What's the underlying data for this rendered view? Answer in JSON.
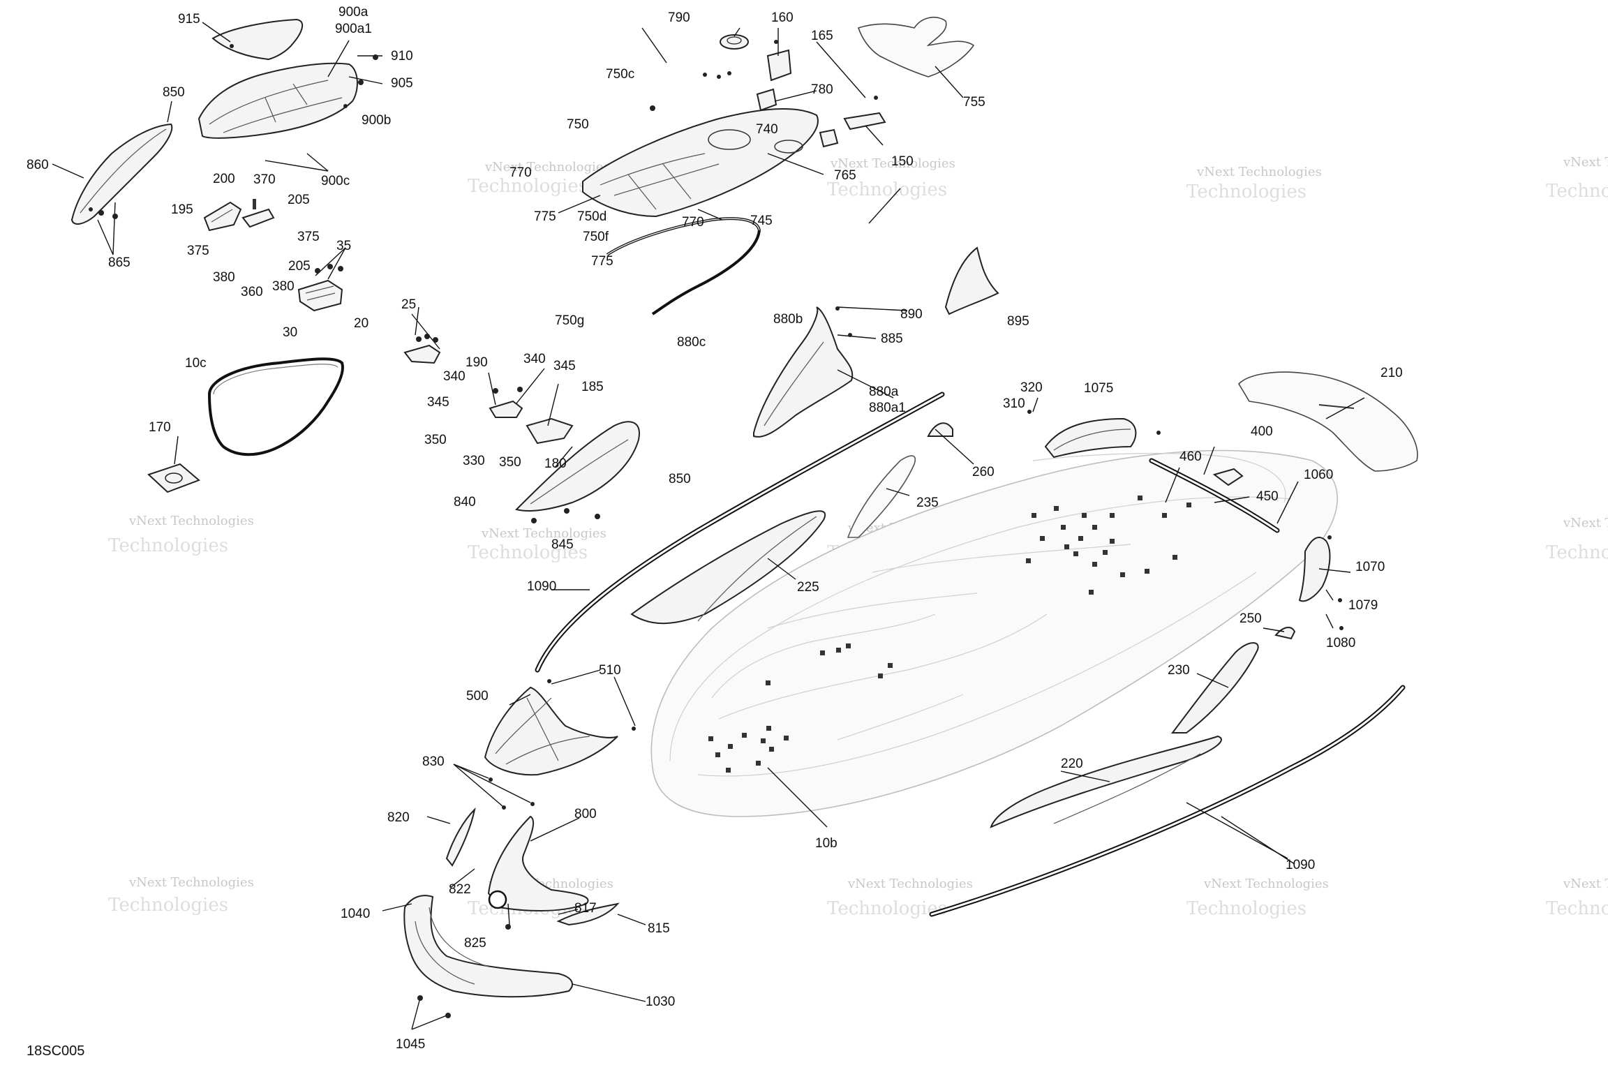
{
  "diagram_code": "18SC005",
  "watermark": {
    "line1": "vNext Technologies",
    "line2": "Technologies"
  },
  "callouts": {
    "c915": "915",
    "c900a": "900a",
    "c900a1": "900a1",
    "c910": "910",
    "c905": "905",
    "c900b": "900b",
    "c900c": "900c",
    "c850a": "850",
    "c860": "860",
    "c865": "865",
    "c200": "200",
    "c370": "370",
    "c195": "195",
    "c205a": "205",
    "c375a": "375",
    "c375b": "375",
    "c205b": "205",
    "c380a": "380",
    "c360": "360",
    "c380b": "380",
    "c35": "35",
    "c30": "30",
    "c790": "790",
    "c160": "160",
    "c165": "165",
    "c755": "755",
    "c750c": "750c",
    "c780": "780",
    "c750": "750",
    "c740": "740",
    "c150": "150",
    "c770a": "770",
    "c765": "765",
    "c775a": "775",
    "c750d": "750d",
    "c745": "745",
    "c750f": "750f",
    "c770b": "770",
    "c775b": "775",
    "c750g": "750g",
    "c25": "25",
    "c20": "20",
    "c10c": "10c",
    "c170": "170",
    "c190": "190",
    "c340a": "340",
    "c340b": "340",
    "c345a": "345",
    "c345b": "345",
    "c185": "185",
    "c350a": "350",
    "c330": "330",
    "c350b": "350",
    "c180": "180",
    "c850b": "850",
    "c840": "840",
    "c845": "845",
    "c880b": "880b",
    "c890": "890",
    "c880c": "880c",
    "c885": "885",
    "c880a": "880a",
    "c880a1": "880a1",
    "c895": "895",
    "c260": "260",
    "c235": "235",
    "c225": "225",
    "c1090a": "1090",
    "c320": "320",
    "c310": "310",
    "c1075": "1075",
    "c210": "210",
    "c400": "400",
    "c460": "460",
    "c450": "450",
    "c1060": "1060",
    "c1070": "1070",
    "c1079": "1079",
    "c1080": "1080",
    "c250": "250",
    "c230": "230",
    "c510": "510",
    "c500": "500",
    "c830": "830",
    "c220": "220",
    "c10b": "10b",
    "c820": "820",
    "c800": "800",
    "c822": "822",
    "c1040": "1040",
    "c817": "817",
    "c815": "815",
    "c825": "825",
    "c1030": "1030",
    "c1045": "1045",
    "c1090b": "1090"
  }
}
